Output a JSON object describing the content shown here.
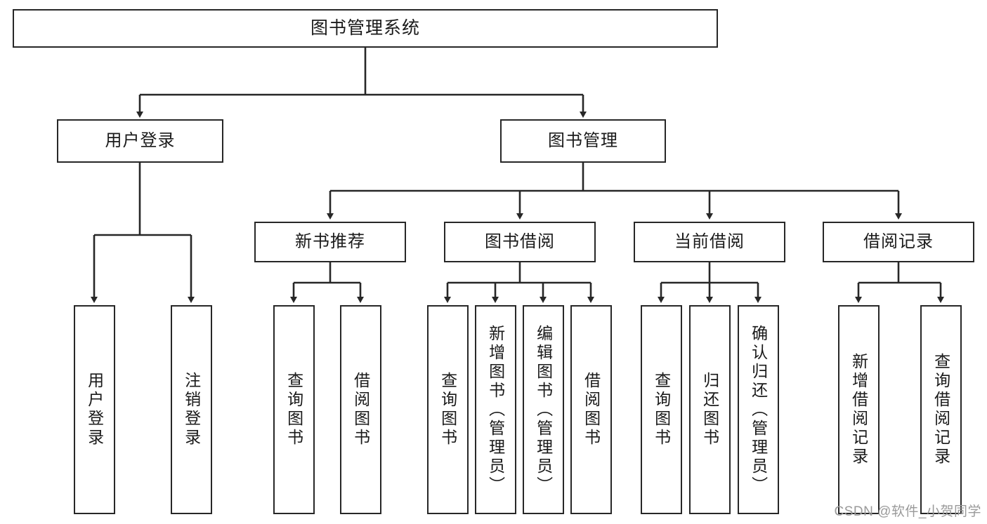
{
  "diagram": {
    "type": "tree-hierarchy-chart",
    "title": "图书管理系统",
    "orientation": "top-down",
    "line_color": "#272727",
    "box_fill": "#ffffff",
    "text_color": "#1a1a1a"
  },
  "root": {
    "label": "图书管理系统"
  },
  "level2": [
    {
      "label": "用户登录"
    },
    {
      "label": "图书管理"
    }
  ],
  "level3": [
    {
      "label": "新书推荐"
    },
    {
      "label": "图书借阅"
    },
    {
      "label": "当前借阅"
    },
    {
      "label": "借阅记录"
    }
  ],
  "leaves": {
    "user_login": [
      {
        "label": "用户登录"
      },
      {
        "label": "注销登录"
      }
    ],
    "new_book_recommend": [
      {
        "label": "查询图书"
      },
      {
        "label": "借阅图书"
      }
    ],
    "book_borrow": [
      {
        "label": "查询图书"
      },
      {
        "label": "新增图书（管理员）"
      },
      {
        "label": "编辑图书（管理员）"
      },
      {
        "label": "借阅图书"
      }
    ],
    "current_borrow": [
      {
        "label": "查询图书"
      },
      {
        "label": "归还图书"
      },
      {
        "label": "确认归还（管理员）"
      }
    ],
    "borrow_record": [
      {
        "label": "新增借阅记录"
      },
      {
        "label": "查询借阅记录"
      }
    ]
  },
  "watermark": {
    "text": "CSDN @软件_小贺同学",
    "color": "#9a9a9a"
  }
}
